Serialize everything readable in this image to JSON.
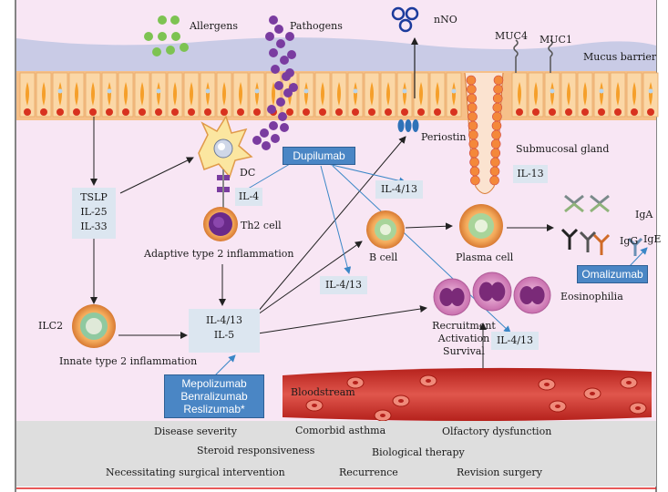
{
  "colors": {
    "background_pink": "#f8e6f4",
    "mucus": "#c9cbe6",
    "epithelium": "#f6c089",
    "bloodstream": "#c9302a",
    "label_box": "#dce6f0",
    "drug_box": "#4a86c5",
    "arrow_blue": "#3b87c7",
    "arrow_black": "#222222",
    "footer": "#dedede",
    "footer_rule": "#e02020"
  },
  "icons": [
    "allergen-icon",
    "pathogen-icon",
    "nno-molecule-icon",
    "dendritic-cell-icon",
    "th2-cell-icon",
    "ilc2-cell-icon",
    "b-cell-icon",
    "plasma-cell-icon",
    "eosinophil-icon",
    "antibody-icon",
    "periostin-icon",
    "mucin-icon",
    "submucosal-gland-icon"
  ],
  "top": {
    "allergens": "Allergens",
    "pathogens": "Pathogens",
    "nno": "nNO",
    "muc4": "MUC4",
    "muc1": "MUC1",
    "mucus_barrier": "Mucus barrier",
    "periostin": "Periostin",
    "submucosal_gland": "Submucosal gland"
  },
  "cells": {
    "dc": "DC",
    "th2": "Th2 cell",
    "ilc2": "ILC2",
    "b_cell": "B cell",
    "plasma_cell": "Plasma cell",
    "eosinophilia": "Eosinophilia"
  },
  "cytokines": {
    "alarmins": [
      "TSLP",
      "IL-25",
      "IL-33"
    ],
    "il4": "IL-4",
    "il13": "IL-13",
    "il413_upper": "IL-4/13",
    "il413_mid": "IL-4/13",
    "il413_lower": "IL-4/13",
    "center": [
      "IL-4/13",
      "IL-5"
    ]
  },
  "processes": {
    "adaptive": "Adaptive type 2 inflammation",
    "innate": "Innate type 2 inflammation",
    "recruitment": "Recruitment",
    "activation": "Activation",
    "survival": "Survival",
    "bloodstream": "Bloodstream"
  },
  "antibodies": {
    "iga": "IgA",
    "igg": "IgG",
    "ige": "IgE"
  },
  "drugs": {
    "dupilumab": "Dupilumab",
    "omalizumab": "Omalizumab",
    "anti_il5": [
      "Mepolizumab",
      "Benralizumab",
      "Reslizumab*"
    ]
  },
  "outcomes": {
    "row1": [
      "Disease severity",
      "Comorbid asthma",
      "Olfactory dysfunction"
    ],
    "row2": [
      "Steroid responsiveness",
      "Biological therapy"
    ],
    "row3": [
      "Necessitating surgical intervention",
      "Recurrence",
      "Revision surgery"
    ]
  }
}
